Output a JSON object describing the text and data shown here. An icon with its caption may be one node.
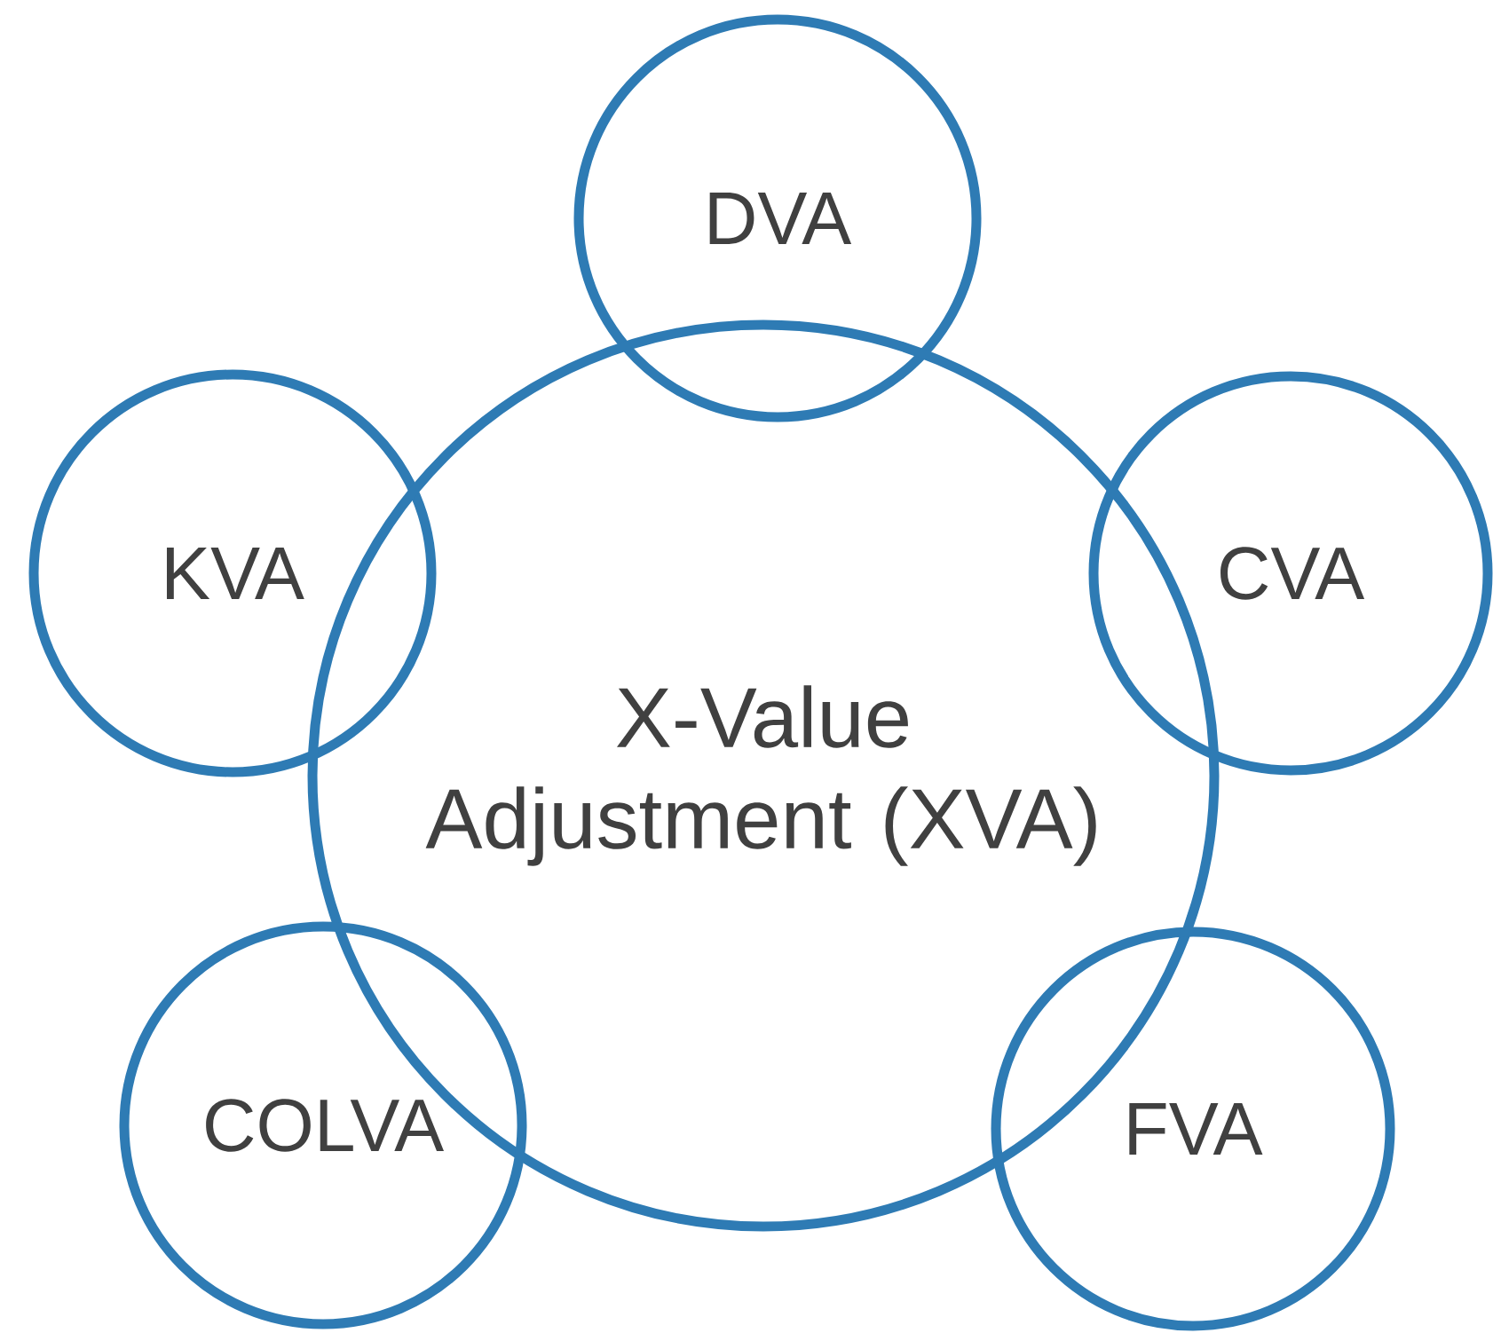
{
  "diagram": {
    "nodes": [
      {
        "text": [
          "DVA"
        ]
      },
      {
        "text": [
          "KVA"
        ]
      },
      {
        "text": [
          "CVA"
        ]
      },
      {
        "text": [
          "X-Value Adjustment (XVA)"
        ]
      },
      {
        "text": [
          "COLVA"
        ]
      },
      {
        "text": [
          "FVA"
        ]
      }
    ]
  }
}
